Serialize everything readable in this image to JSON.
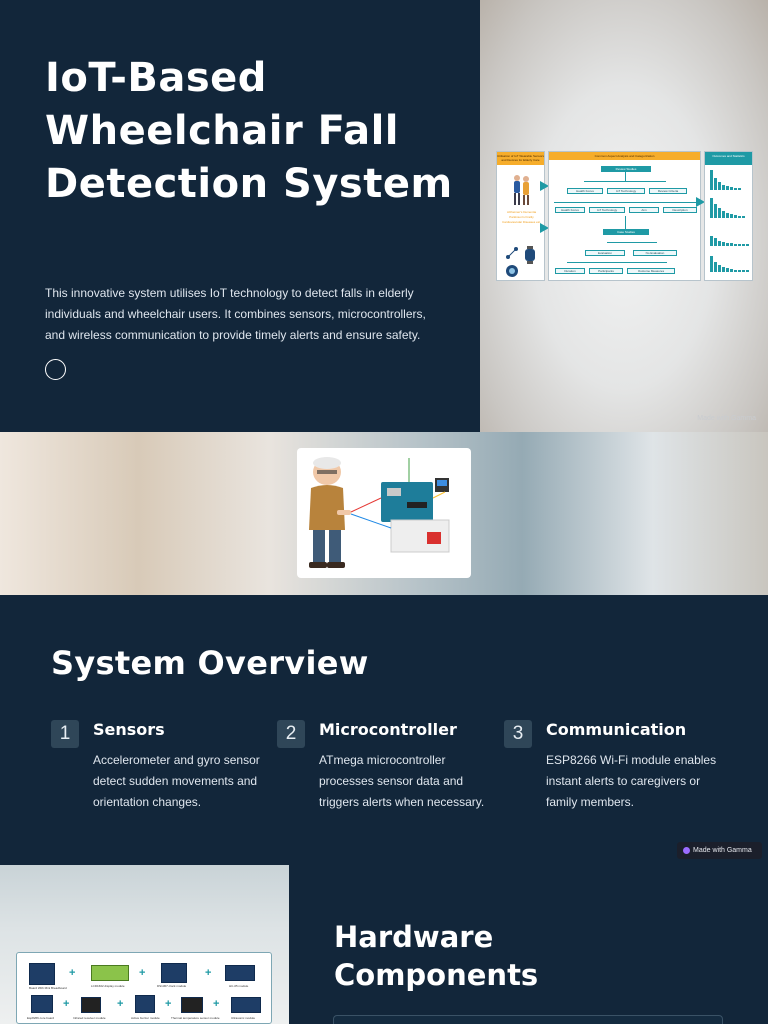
{
  "hero": {
    "title": "IoT-Based Wheelchair Fall Detection System",
    "description": "This innovative system utilises IoT technology to detect falls in elderly individuals and wheelchair users. It combines sensors, microcontrollers, and wireless communication to provide timely alerts and ensure safety.",
    "made_with": "Made with Gamma"
  },
  "infographic": {
    "panel1_title": "Utilisation of IoT Wearable Sensors and Devices for Elderly Care",
    "panel1_conditions": "Alzheimer's Dementia Parkinson's Frailty Cardiovascular Diseases etc.",
    "panel2_title": "Common Aspect Analysis and Categorization",
    "panel3_title": "Outcomes and Statistics",
    "nodes": {
      "review_studies": "Review Studies",
      "health_focus_a": "Health Focus",
      "iot_technology_a": "IoT Technology",
      "review_criteria": "Review Criteria",
      "health_focus_b": "Health Focus",
      "iot_technology_b": "IoT Technology",
      "aim": "Aim",
      "description": "Description",
      "case_studies": "Case Studies",
      "evaluation": "Evaluation",
      "no_evaluation": "No Evaluation",
      "duration": "Duration",
      "participants": "Participants",
      "outcome_measures": "Outcome Measures"
    }
  },
  "overview": {
    "title": "System Overview",
    "items": [
      {
        "num": "1",
        "heading": "Sensors",
        "text": "Accelerometer and gyro sensor detect sudden movements and orientation changes."
      },
      {
        "num": "2",
        "heading": "Microcontroller",
        "text": "ATmega microcontroller processes sensor data and triggers alerts when necessary."
      },
      {
        "num": "3",
        "heading": "Communication",
        "text": "ESP8266 Wi-Fi module enables instant alerts to caregivers or family members."
      }
    ],
    "made_with": "Made with Gamma"
  },
  "hardware": {
    "title": "Hardware Components",
    "modules": {
      "m1": "Board With Mini Breadboard",
      "m2": "LCD1602 display module",
      "m3": "DS1307 clock module",
      "m4": "HC-05 module",
      "m5": "Esp8266 core board",
      "m6": "Infrared receiver module",
      "m7": "Active buzzer module",
      "m8": "Thermal temperature sensor module",
      "m9": "Ultrasonic module"
    }
  },
  "colors": {
    "navy": "#12263a",
    "teal": "#1f9aa5",
    "orange": "#f6ad2b"
  }
}
